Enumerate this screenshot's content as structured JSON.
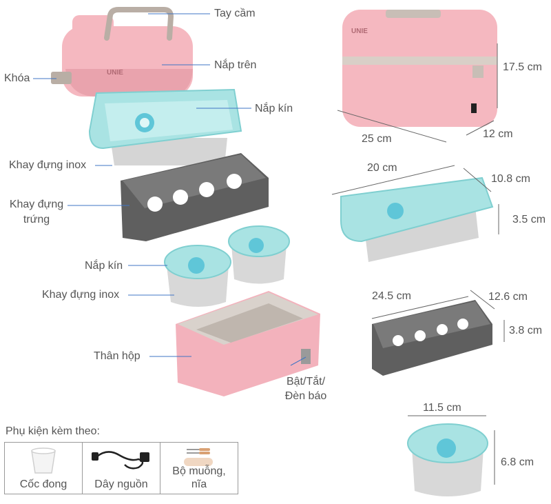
{
  "parts": {
    "handle": "Tay cầm",
    "top_lid": "Nắp trên",
    "lock": "Khóa",
    "sealed_lid_1": "Nắp kín",
    "steel_tray_1": "Khay đựng inox",
    "egg_tray_line1": "Khay đựng",
    "egg_tray_line2": "trứng",
    "sealed_lid_2": "Nắp kín",
    "steel_tray_2": "Khay đựng inox",
    "body": "Thân hộp",
    "switch_line1": "Bật/Tắt/",
    "switch_line2": "Đèn báo"
  },
  "logo_text": "UNIE",
  "dimensions": {
    "box_height": "17.5 cm",
    "box_length": "25 cm",
    "box_width": "12 cm",
    "tray_length": "20 cm",
    "tray_width": "10.8 cm",
    "tray_height": "3.5 cm",
    "egg_length": "24.5 cm",
    "egg_width": "12.6 cm",
    "egg_height": "3.8 cm",
    "bowl_diameter": "11.5 cm",
    "bowl_height": "6.8 cm"
  },
  "accessories": {
    "title": "Phụ kiện kèm theo:",
    "items": [
      {
        "label": "Cốc đong",
        "icon": "measuring-cup-icon"
      },
      {
        "label": "Dây nguồn",
        "icon": "power-cord-icon"
      },
      {
        "label_line1": "Bộ muỗng,",
        "label_line2": "nĩa",
        "icon": "cutlery-icon"
      }
    ]
  },
  "colors": {
    "pink": "#f5b8c0",
    "pink_dark": "#e79ea8",
    "teal": "#a9e3e3",
    "gray_tray": "#6f6f6f",
    "steel": "#d8d8d8",
    "line": "#3f74c4"
  }
}
